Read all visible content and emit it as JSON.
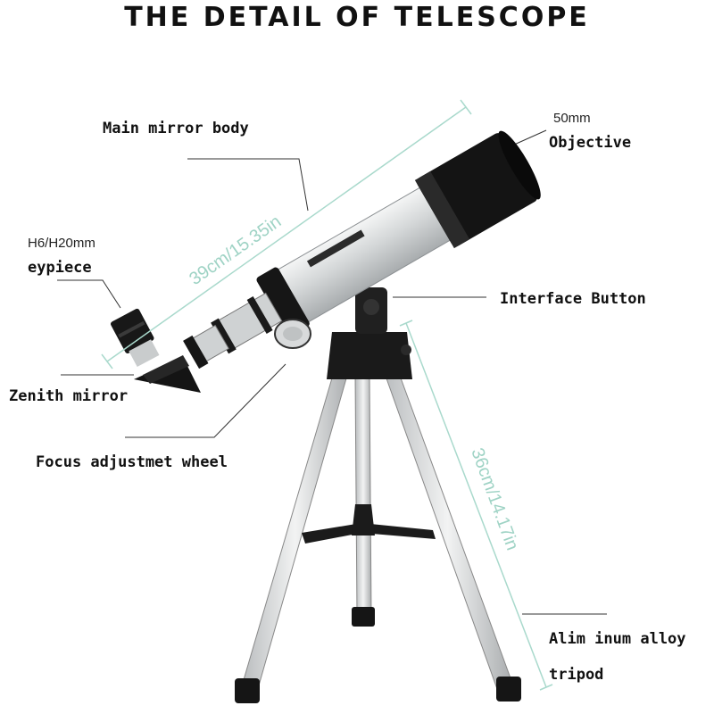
{
  "title": "THE DETAIL OF TELESCOPE",
  "labels": {
    "main_mirror_body": "Main mirror body",
    "objective_size": "50mm",
    "objective": "Objective",
    "eyepiece_sizes": "H6/H20mm",
    "eyepiece": "eypiece",
    "interface_button": "Interface Button",
    "zenith_mirror": "Zenith mirror",
    "focus_wheel": "Focus adjustmet wheel",
    "tripod_line1": "Alim inum alloy",
    "tripod_line2": "tripod"
  },
  "dimensions": {
    "tube_length": "39cm/15.35in",
    "tripod_height": "36cm/14.17in"
  },
  "colors": {
    "tube_silver": "#d9dcdd",
    "black_parts": "#151515",
    "dimension_line": "#a9d9cc"
  }
}
